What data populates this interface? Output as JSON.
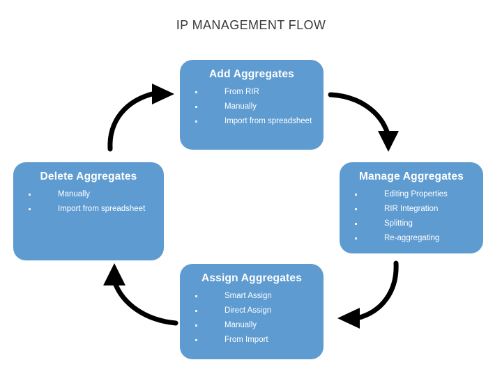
{
  "title": "IP MANAGEMENT FLOW",
  "colors": {
    "node_fill": "#5e9bd1",
    "node_text": "#ffffff",
    "arrow": "#000000",
    "background": "#ffffff",
    "title_text": "#3a3a3a"
  },
  "nodes": [
    {
      "id": "add-aggregates",
      "title": "Add Aggregates",
      "items": [
        "From RIR",
        "Manually",
        "Import from spreadsheet"
      ]
    },
    {
      "id": "manage-aggregates",
      "title": "Manage Aggregates",
      "items": [
        "Editing Properties",
        "RIR Integration",
        "Splitting",
        "Re-aggregating"
      ]
    },
    {
      "id": "assign-aggregates",
      "title": "Assign Aggregates",
      "items": [
        "Smart Assign",
        "Direct Assign",
        "Manually",
        "From Import"
      ]
    },
    {
      "id": "delete-aggregates",
      "title": "Delete Aggregates",
      "items": [
        "Manually",
        "Import from spreadsheet"
      ]
    }
  ],
  "arrows": [
    {
      "id": "add-to-manage",
      "from": "add-aggregates",
      "to": "manage-aggregates",
      "direction": "down"
    },
    {
      "id": "manage-to-assign",
      "from": "manage-aggregates",
      "to": "assign-aggregates",
      "direction": "left"
    },
    {
      "id": "assign-to-delete",
      "from": "assign-aggregates",
      "to": "delete-aggregates",
      "direction": "up"
    },
    {
      "id": "delete-to-add",
      "from": "delete-aggregates",
      "to": "add-aggregates",
      "direction": "right"
    }
  ]
}
